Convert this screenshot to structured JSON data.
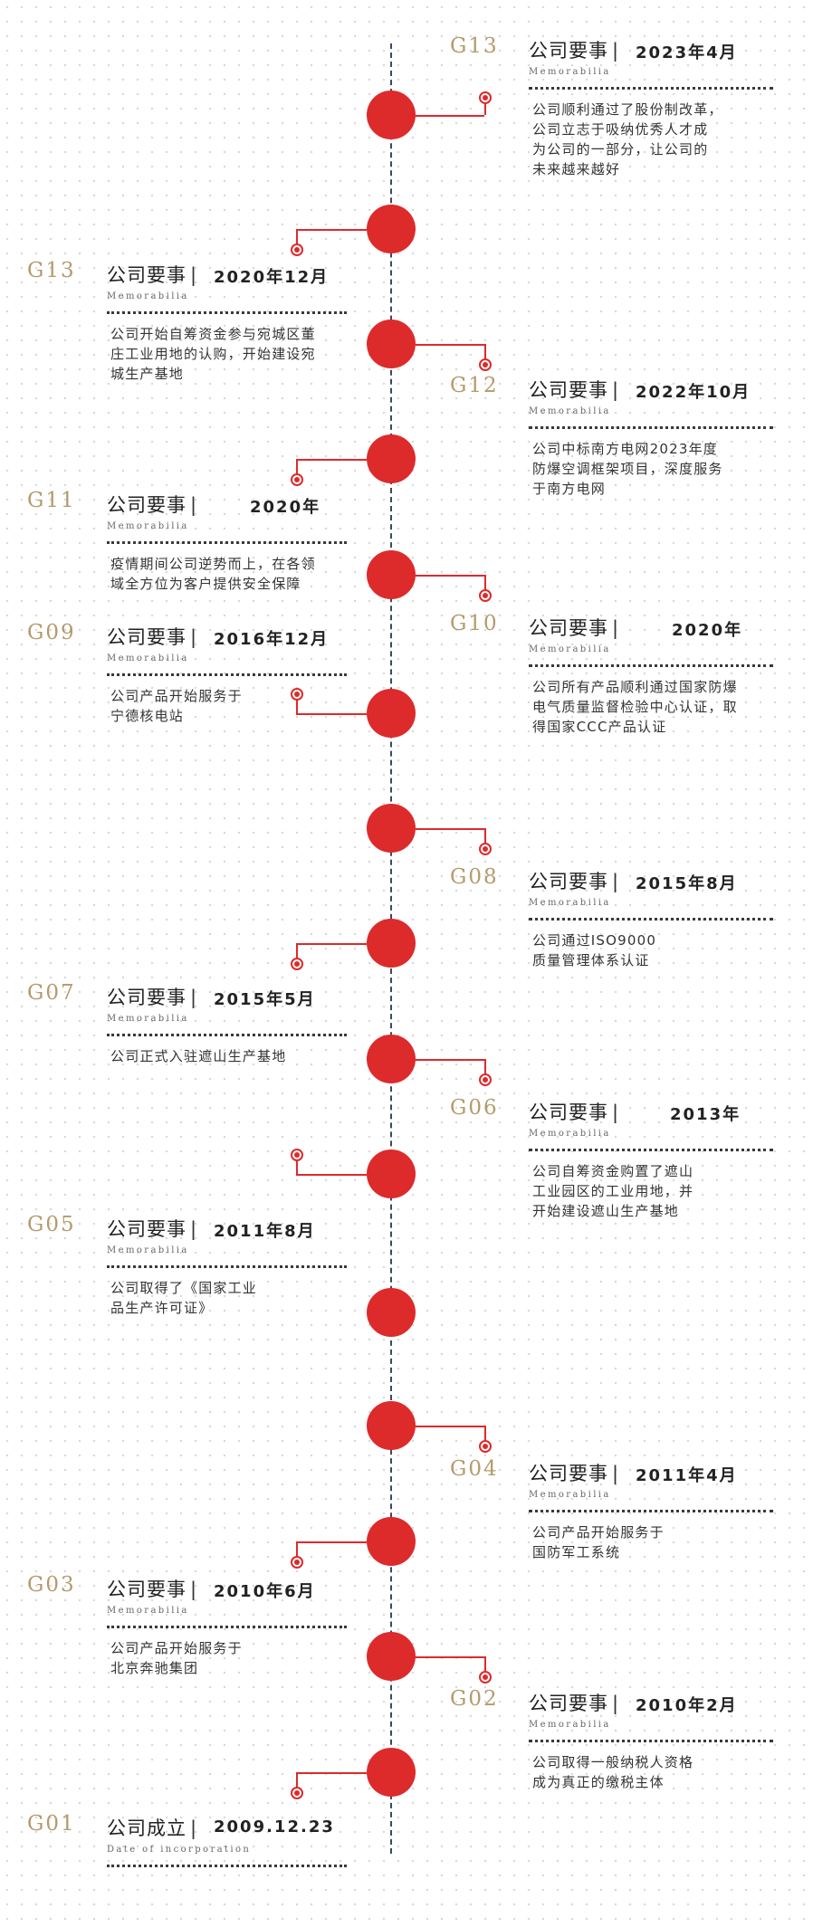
{
  "timeline": {
    "entries": [
      {
        "side": "right",
        "code": "G13",
        "title": "公司要事",
        "date": "2023年4月",
        "sub": "Memorabilia",
        "lines": [
          "公司顺利通过了股份制改革，",
          "公司立志于吸纳优秀人才成",
          "为公司的一部分，让公司的",
          "未来越来越好"
        ]
      },
      {
        "side": "left",
        "code": "G13",
        "title": "公司要事",
        "date": "2020年12月",
        "sub": "Memorabilia",
        "lines": [
          "公司开始自筹资金参与宛城区董",
          "庄工业用地的认购，开始建设宛",
          "城生产基地"
        ]
      },
      {
        "side": "right",
        "code": "G12",
        "title": "公司要事",
        "date": "2022年10月",
        "sub": "Memorabilia",
        "lines": [
          "公司中标南方电网2023年度",
          "防爆空调框架项目，深度服务",
          "于南方电网"
        ]
      },
      {
        "side": "left",
        "code": "G11",
        "title": "公司要事",
        "date": "2020年",
        "sub": "Memorabilia",
        "lines": [
          "疫情期间公司逆势而上，在各领",
          "域全方位为客户提供安全保障"
        ]
      },
      {
        "side": "right",
        "code": "G10",
        "title": "公司要事",
        "date": "2020年",
        "sub": "Memorabilia",
        "lines": [
          "公司所有产品顺利通过国家防爆",
          "电气质量监督检验中心认证，取",
          "得国家CCC产品认证"
        ]
      },
      {
        "side": "left",
        "code": "G09",
        "title": "公司要事",
        "date": "2016年12月",
        "sub": "Memorabilia",
        "lines": [
          "公司产品开始服务于",
          "宁德核电站"
        ]
      },
      {
        "side": "right",
        "code": "G08",
        "title": "公司要事",
        "date": "2015年8月",
        "sub": "Memorabilia",
        "lines": [
          "公司通过ISO9000",
          "质量管理体系认证"
        ]
      },
      {
        "side": "left",
        "code": "G07",
        "title": "公司要事",
        "date": "2015年5月",
        "sub": "Memorabilia",
        "lines": [
          "公司正式入驻遮山生产基地"
        ]
      },
      {
        "side": "right",
        "code": "G06",
        "title": "公司要事",
        "date": "2013年",
        "sub": "Memorabilia",
        "lines": [
          "公司自筹资金购置了遮山",
          "工业园区的工业用地，并",
          "开始建设遮山生产基地"
        ]
      },
      {
        "side": "left",
        "code": "G05",
        "title": "公司要事",
        "date": "2011年8月",
        "sub": "Memorabilia",
        "lines": [
          "公司取得了《国家工业",
          "品生产许可证》"
        ]
      },
      {
        "side": "right",
        "code": "G04",
        "title": "公司要事",
        "date": "2011年4月",
        "sub": "Memorabilia",
        "lines": [
          "公司产品开始服务于",
          "国防军工系统"
        ]
      },
      {
        "side": "left",
        "code": "G03",
        "title": "公司要事",
        "date": "2010年6月",
        "sub": "Memorabilia",
        "lines": [
          "公司产品开始服务于",
          "北京奔驰集团"
        ]
      },
      {
        "side": "right",
        "code": "G02",
        "title": "公司要事",
        "date": "2010年2月",
        "sub": "Memorabilia",
        "lines": [
          "公司取得一般纳税人资格",
          "成为真正的缴税主体"
        ]
      },
      {
        "side": "left",
        "code": "G01",
        "title": "公司成立",
        "date": "2009.12.23",
        "sub": "Date of incorporation",
        "lines": []
      }
    ],
    "colors": {
      "accent": "#dd2a2b",
      "code": "#b59a6c",
      "axis": "#3a4a60"
    }
  }
}
